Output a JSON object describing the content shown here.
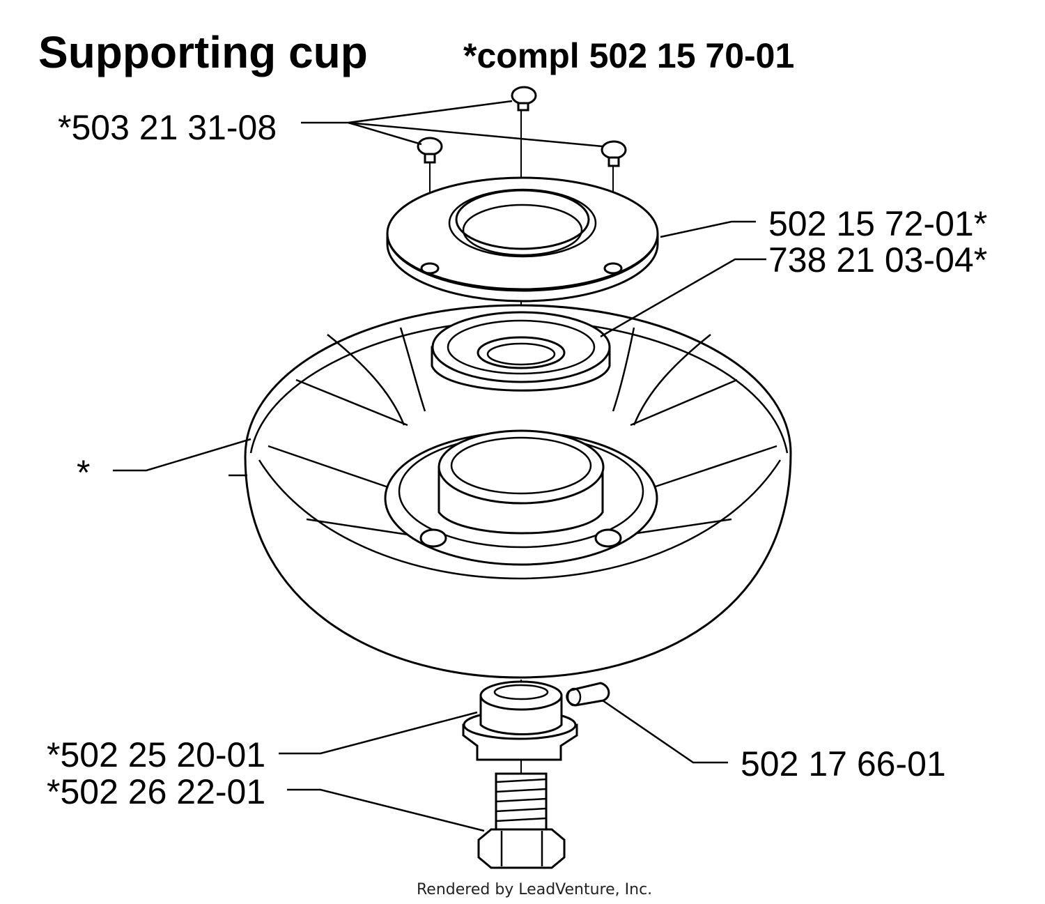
{
  "title": "Supporting cup",
  "subtitle": "*compl 502 15 70-01",
  "callouts": {
    "screws": "*503 21 31-08",
    "flange": "502 15 72-01*",
    "bearing": "738 21 03-04*",
    "cup": "*",
    "nut": "*502 25 20-01",
    "bolt": "*502 26 22-01",
    "pin": "502 17 66-01"
  },
  "credit": "Rendered by LeadVenture, Inc."
}
